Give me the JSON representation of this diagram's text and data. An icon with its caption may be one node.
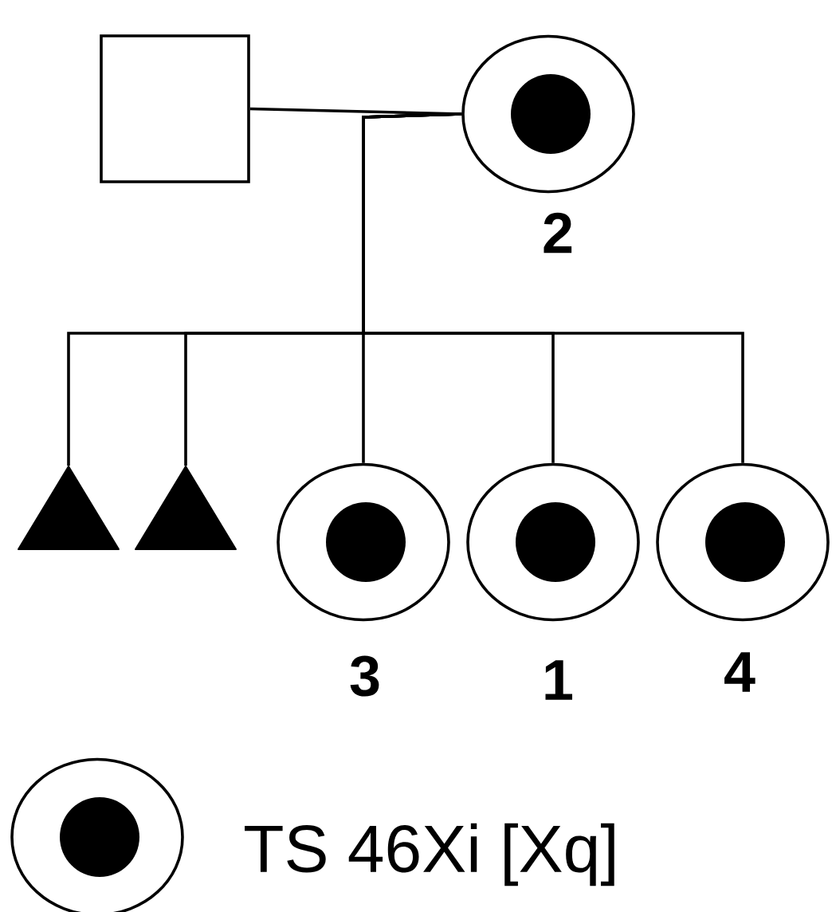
{
  "diagram": {
    "nodes": [
      {
        "text": [],
        "shape": "box"
      },
      {
        "text": [],
        "shape": "circle",
        "beside": [
          "2"
        ]
      },
      {
        "text": [],
        "shape": "triangle"
      },
      {
        "text": [],
        "shape": "triangle"
      },
      {
        "text": [],
        "shape": "circle",
        "beside": [
          "3"
        ]
      },
      {
        "text": [],
        "shape": "circle",
        "beside": [
          "1"
        ]
      },
      {
        "text": [],
        "shape": "circle",
        "beside": [
          "4"
        ]
      }
    ],
    "edges": [
      {
        "from": 0,
        "to": 1,
        "arrow": "none"
      },
      {
        "from": 1,
        "to": 2,
        "arrow": "none"
      },
      {
        "from": 1,
        "to": 3,
        "arrow": "none"
      },
      {
        "from": 1,
        "to": 4,
        "arrow": "none"
      },
      {
        "from": 1,
        "to": 5,
        "arrow": "none"
      },
      {
        "from": 1,
        "to": 6,
        "arrow": "none"
      }
    ],
    "legend": [
      {
        "text": "TS 46Xi [Xq]"
      }
    ]
  }
}
